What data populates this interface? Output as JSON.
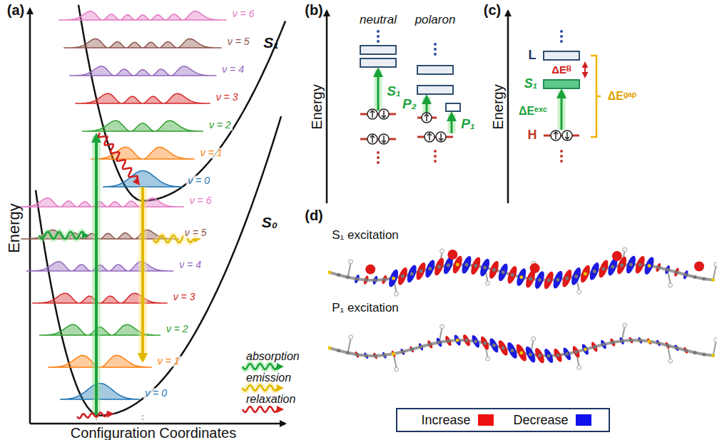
{
  "diagram": {
    "labels": [
      "(a)",
      "Energy",
      "Configuration Coordinates",
      "S₁",
      "S₀",
      "ν = 6",
      "ν = 5",
      "ν = 4",
      "ν = 3",
      "ν = 2",
      "ν = 1",
      "ν = 0",
      "ν = 6",
      "ν = 5",
      "ν = 4",
      "ν = 3",
      "ν = 2",
      "ν = 1",
      "ν = 0",
      "(b)",
      "Energy",
      "neutral",
      "polaron",
      "S₁",
      "P₂",
      "P₁",
      "(c)",
      "Energy",
      "L",
      "ΔEᴮ",
      "S₁",
      "ΔEᵉˣᶜ",
      "ΔEᵍᵃᵖ",
      "H",
      "(d)",
      "S₁ excitation",
      "P₁ excitation"
    ],
    "legend": [
      {
        "text": "absorption"
      },
      {
        "text": "emission"
      },
      {
        "text": "relaxation"
      },
      {
        "text": "Increase",
        "color": "#ee1111"
      },
      {
        "text": "Decrease",
        "color": "#1111ee"
      }
    ]
  }
}
